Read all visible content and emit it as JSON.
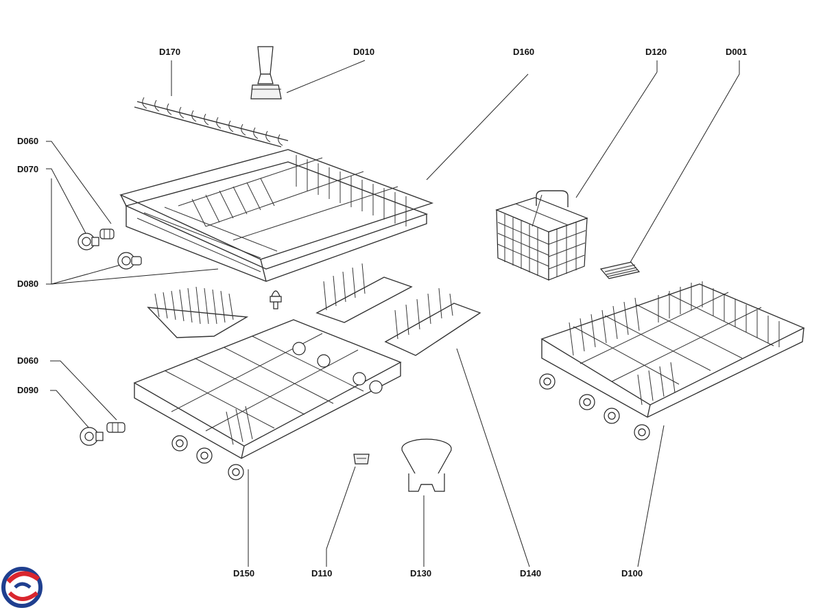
{
  "labels": {
    "d170": "D170",
    "d010": "D010",
    "d160": "D160",
    "d120": "D120",
    "d001": "D001",
    "d060_top": "D060",
    "d070": "D070",
    "d080": "D080",
    "d060_bottom": "D060",
    "d090": "D090",
    "d150": "D150",
    "d110": "D110",
    "d130": "D130",
    "d140": "D140",
    "d100": "D100"
  },
  "logo": {
    "icon": "brand-swirl-logo",
    "colors": [
      "#d9262e",
      "#1f3f8f"
    ]
  }
}
